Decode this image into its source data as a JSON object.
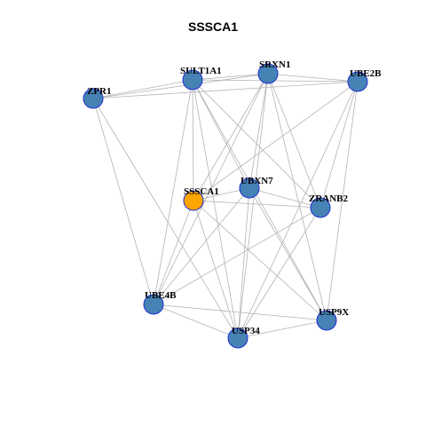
{
  "title": "SSSCA1",
  "colors": {
    "node": "#4682b4",
    "center": "#ffa500",
    "border": "#1f2fd0",
    "edge": "#b3b3b3"
  },
  "nodes": [
    {
      "id": "SSSCA1",
      "label": "SSSCA1",
      "center": true
    },
    {
      "id": "SULT1A1",
      "label": "SULT1A1"
    },
    {
      "id": "SRXN1",
      "label": "SRXN1"
    },
    {
      "id": "UBE2B",
      "label": "UBE2B"
    },
    {
      "id": "ZPR1",
      "label": "ZPR1"
    },
    {
      "id": "UBXN7",
      "label": "UBXN7"
    },
    {
      "id": "ZRANB2",
      "label": "ZRANB2"
    },
    {
      "id": "UBE4B",
      "label": "UBE4B"
    },
    {
      "id": "USP9X",
      "label": "USP9X"
    },
    {
      "id": "USP34",
      "label": "USP34"
    }
  ],
  "edges": [
    [
      "ZPR1",
      "SULT1A1"
    ],
    [
      "ZPR1",
      "SRXN1"
    ],
    [
      "ZPR1",
      "UBE2B"
    ],
    [
      "ZPR1",
      "UBE4B"
    ],
    [
      "ZPR1",
      "USP34"
    ],
    [
      "SULT1A1",
      "SRXN1"
    ],
    [
      "SULT1A1",
      "UBE2B"
    ],
    [
      "SULT1A1",
      "SSSCA1"
    ],
    [
      "SULT1A1",
      "UBXN7"
    ],
    [
      "SULT1A1",
      "ZRANB2"
    ],
    [
      "SULT1A1",
      "UBE4B"
    ],
    [
      "SULT1A1",
      "USP34"
    ],
    [
      "SULT1A1",
      "USP9X"
    ],
    [
      "SRXN1",
      "UBE2B"
    ],
    [
      "SRXN1",
      "SSSCA1"
    ],
    [
      "SRXN1",
      "UBXN7"
    ],
    [
      "SRXN1",
      "ZRANB2"
    ],
    [
      "SRXN1",
      "UBE4B"
    ],
    [
      "SRXN1",
      "USP34"
    ],
    [
      "SRXN1",
      "USP9X"
    ],
    [
      "UBE2B",
      "SSSCA1"
    ],
    [
      "UBE2B",
      "ZRANB2"
    ],
    [
      "UBE2B",
      "USP34"
    ],
    [
      "UBE2B",
      "USP9X"
    ],
    [
      "SSSCA1",
      "UBXN7"
    ],
    [
      "SSSCA1",
      "ZRANB2"
    ],
    [
      "SSSCA1",
      "UBE4B"
    ],
    [
      "SSSCA1",
      "USP34"
    ],
    [
      "SSSCA1",
      "USP9X"
    ],
    [
      "UBXN7",
      "ZRANB2"
    ],
    [
      "UBXN7",
      "UBE4B"
    ],
    [
      "UBXN7",
      "USP34"
    ],
    [
      "UBXN7",
      "USP9X"
    ],
    [
      "ZRANB2",
      "UBE4B"
    ],
    [
      "ZRANB2",
      "USP34"
    ],
    [
      "UBE4B",
      "USP34"
    ],
    [
      "UBE4B",
      "USP9X"
    ],
    [
      "USP34",
      "USP9X"
    ]
  ]
}
